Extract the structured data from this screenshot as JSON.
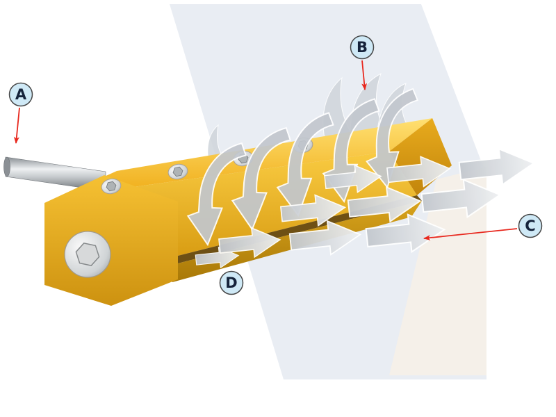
{
  "callouts": {
    "a": {
      "label": "A"
    },
    "b": {
      "label": "B"
    },
    "c": {
      "label": "C"
    },
    "d": {
      "label": "D"
    }
  },
  "colors": {
    "callout_fill": "#cfe9f6",
    "callout_border": "#454545",
    "callout_text": "#15233b",
    "pointer_red": "#e8281e",
    "body_gold_light": "#ffe072",
    "body_gold": "#f2b622",
    "body_gold_dark": "#a87807",
    "airflow_gray": "#c6cad0",
    "metal_gray": "#9aa0a5",
    "band_blue_gray": "#e9edf3",
    "band_warm": "#f6efe8"
  }
}
